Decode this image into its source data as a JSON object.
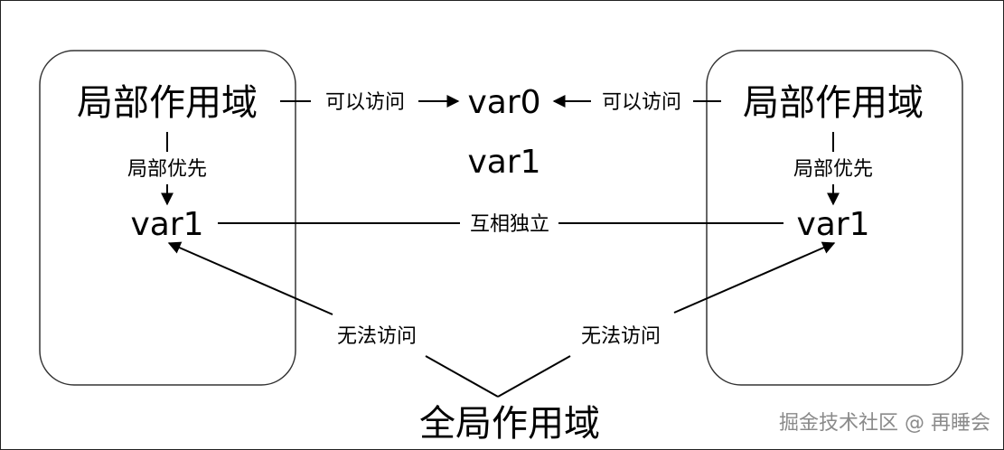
{
  "diagram": {
    "local_scope_left": "局部作用域",
    "local_scope_right": "局部作用域",
    "global_scope": "全局作用域",
    "var0": "var0",
    "var1_center": "var1",
    "var1_left": "var1",
    "var1_right": "var1",
    "can_access_left": "可以访问",
    "can_access_right": "可以访问",
    "local_priority_left": "局部优先",
    "local_priority_right": "局部优先",
    "independent": "互相独立",
    "no_access_left": "无法访问",
    "no_access_right": "无法访问"
  },
  "watermark": "掘金技术社区 @ 再睡会",
  "colors": {
    "stroke": "#000000",
    "box_border": "#333333",
    "watermark": "#8a8a8a"
  }
}
